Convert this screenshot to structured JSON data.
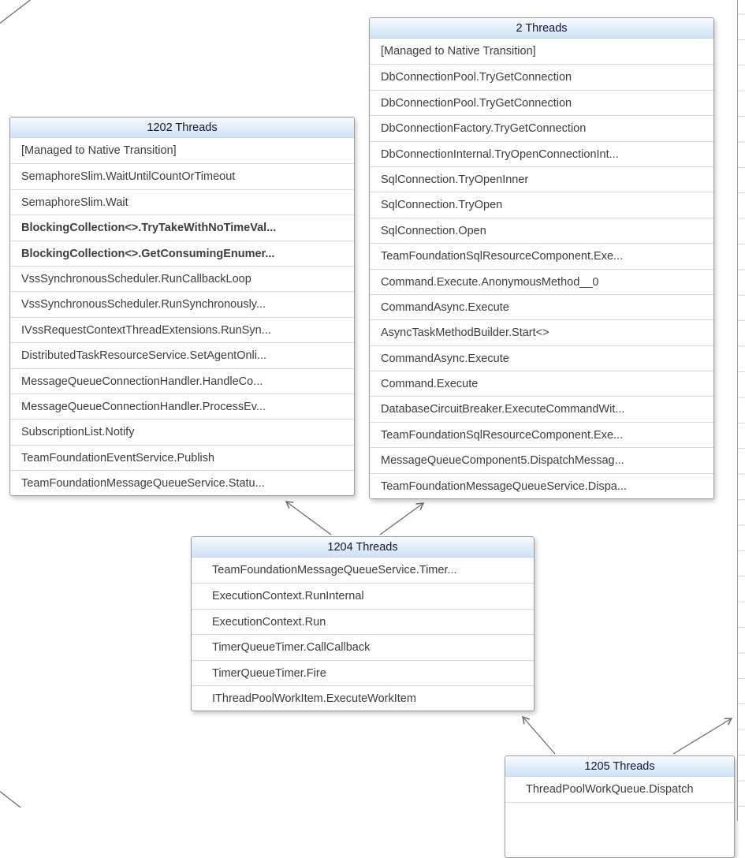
{
  "diagram": {
    "background": "#ffffff",
    "connector_color": "#6e6e6e",
    "header_gradient_top": "#f7fbfe",
    "header_gradient_bottom": "#cfe2f5",
    "box_border_color": "#9c9c9c",
    "separator_color": "#d9d9d9",
    "boxes": [
      {
        "id": "threads-1202",
        "title": "1202 Threads",
        "frames": [
          {
            "label": "[Managed to Native Transition]",
            "bold": false
          },
          {
            "label": "SemaphoreSlim.WaitUntilCountOrTimeout",
            "bold": false
          },
          {
            "label": "SemaphoreSlim.Wait",
            "bold": false
          },
          {
            "label": "BlockingCollection<>.TryTakeWithNoTimeVal...",
            "bold": true
          },
          {
            "label": "BlockingCollection<>.GetConsumingEnumer...",
            "bold": true
          },
          {
            "label": "VssSynchronousScheduler.RunCallbackLoop",
            "bold": false
          },
          {
            "label": "VssSynchronousScheduler.RunSynchronously...",
            "bold": false
          },
          {
            "label": "IVssRequestContextThreadExtensions.RunSyn...",
            "bold": false
          },
          {
            "label": "DistributedTaskResourceService.SetAgentOnli...",
            "bold": false
          },
          {
            "label": "MessageQueueConnectionHandler.HandleCo...",
            "bold": false
          },
          {
            "label": "MessageQueueConnectionHandler.ProcessEv...",
            "bold": false
          },
          {
            "label": "SubscriptionList.Notify",
            "bold": false
          },
          {
            "label": "TeamFoundationEventService.Publish",
            "bold": false
          },
          {
            "label": "TeamFoundationMessageQueueService.Statu...",
            "bold": false
          }
        ]
      },
      {
        "id": "threads-2",
        "title": "2 Threads",
        "frames": [
          {
            "label": "[Managed to Native Transition]",
            "bold": false
          },
          {
            "label": "DbConnectionPool.TryGetConnection",
            "bold": false
          },
          {
            "label": "DbConnectionPool.TryGetConnection",
            "bold": false
          },
          {
            "label": "DbConnectionFactory.TryGetConnection",
            "bold": false
          },
          {
            "label": "DbConnectionInternal.TryOpenConnectionInt...",
            "bold": false
          },
          {
            "label": "SqlConnection.TryOpenInner",
            "bold": false
          },
          {
            "label": "SqlConnection.TryOpen",
            "bold": false
          },
          {
            "label": "SqlConnection.Open",
            "bold": false
          },
          {
            "label": "TeamFoundationSqlResourceComponent.Exe...",
            "bold": false
          },
          {
            "label": "Command.Execute.AnonymousMethod__0",
            "bold": false
          },
          {
            "label": "CommandAsync.Execute",
            "bold": false
          },
          {
            "label": "AsyncTaskMethodBuilder.Start<>",
            "bold": false
          },
          {
            "label": "CommandAsync.Execute",
            "bold": false
          },
          {
            "label": "Command.Execute",
            "bold": false
          },
          {
            "label": "DatabaseCircuitBreaker.ExecuteCommandWit...",
            "bold": false
          },
          {
            "label": "TeamFoundationSqlResourceComponent.Exe...",
            "bold": false
          },
          {
            "label": "MessageQueueComponent5.DispatchMessag...",
            "bold": false
          },
          {
            "label": "TeamFoundationMessageQueueService.Dispa...",
            "bold": false
          }
        ]
      },
      {
        "id": "threads-1204",
        "title": "1204 Threads",
        "frames": [
          {
            "label": "TeamFoundationMessageQueueService.Timer...",
            "bold": false
          },
          {
            "label": "ExecutionContext.RunInternal",
            "bold": false
          },
          {
            "label": "ExecutionContext.Run",
            "bold": false
          },
          {
            "label": "TimerQueueTimer.CallCallback",
            "bold": false
          },
          {
            "label": "TimerQueueTimer.Fire",
            "bold": false
          },
          {
            "label": "IThreadPoolWorkItem.ExecuteWorkItem",
            "bold": false
          }
        ]
      },
      {
        "id": "threads-1205",
        "title": "1205 Threads",
        "frames": [
          {
            "label": "ThreadPoolWorkQueue.Dispatch",
            "bold": false
          }
        ]
      }
    ]
  }
}
